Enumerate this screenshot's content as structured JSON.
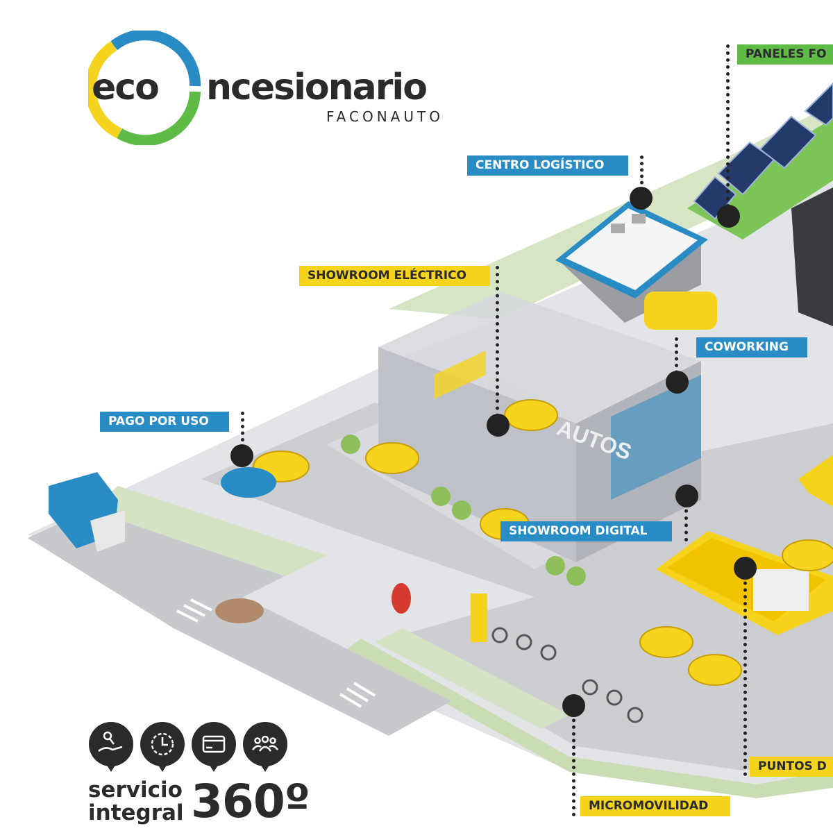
{
  "logo": {
    "eco": "eco",
    "rest": "ncesionario",
    "sub": "FACONAUTO",
    "ring_colors": [
      "#2a8cc4",
      "#5dbb46",
      "#f6d31d"
    ]
  },
  "labels": {
    "centro_logistico": "CENTRO LOGÍSTICO",
    "paneles": "PANELES FO",
    "showroom_electrico": "SHOWROOM ELÉCTRICO",
    "coworking": "COWORKING",
    "pago_por_uso": "PAGO POR USO",
    "showroom_digital": "SHOWROOM DIGITAL",
    "puntos": "PUNTOS D",
    "micromovilidad": "MICROMOVILIDAD"
  },
  "building_sign": "AUTOS",
  "service": {
    "icons": [
      "hand-key-icon",
      "clock-icon",
      "credit-card-icon",
      "group-icon"
    ],
    "line1": "servicio",
    "line2": "integral",
    "big": "360º"
  },
  "colors": {
    "blue": "#2a8cc4",
    "yellow": "#f6d31d",
    "green": "#5dbb46",
    "dark": "#2b2b2e"
  }
}
